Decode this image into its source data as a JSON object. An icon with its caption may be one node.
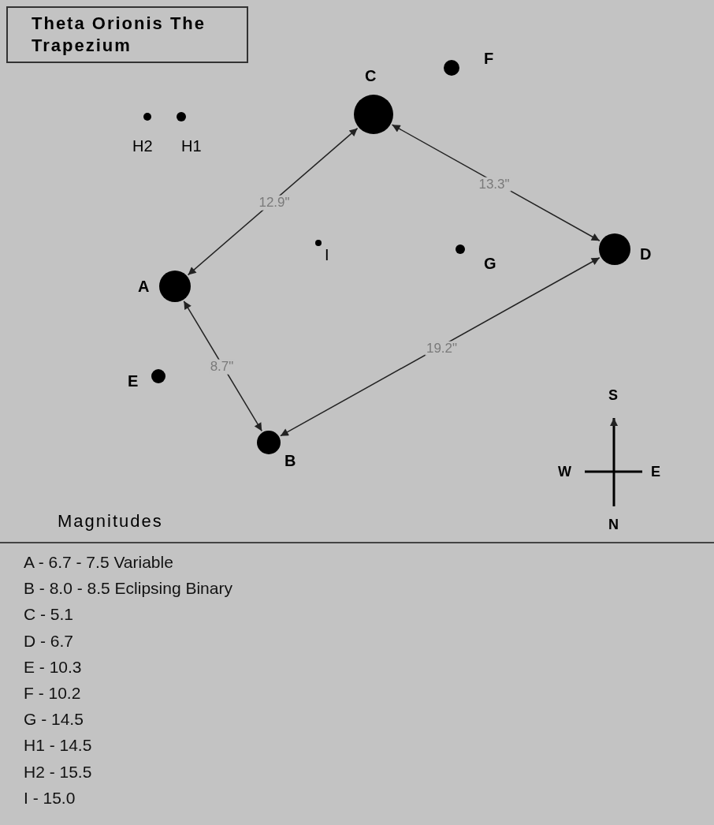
{
  "diagram": {
    "title": "Theta Orionis The Trapezium",
    "nodes": [
      {
        "text": [],
        "shape": "circle",
        "beside": [
          "C"
        ]
      },
      {
        "text": [],
        "shape": "circle",
        "beside": [
          "F"
        ]
      },
      {
        "text": [],
        "shape": "circle",
        "beside": [
          "H2"
        ]
      },
      {
        "text": [],
        "shape": "circle",
        "beside": [
          "H1"
        ]
      },
      {
        "text": [],
        "shape": "circle",
        "beside": [
          "I"
        ]
      },
      {
        "text": [],
        "shape": "circle",
        "beside": [
          "G"
        ]
      },
      {
        "text": [],
        "shape": "circle",
        "beside": [
          "D"
        ]
      },
      {
        "text": [],
        "shape": "circle",
        "beside": [
          "A"
        ]
      },
      {
        "text": [],
        "shape": "circle",
        "beside": [
          "E"
        ]
      },
      {
        "text": [],
        "shape": "circle",
        "beside": [
          "B"
        ]
      }
    ],
    "edges": [
      {
        "from": 0,
        "to": 7,
        "arrow": "both",
        "label": "12.9\""
      },
      {
        "from": 0,
        "to": 6,
        "arrow": "both",
        "label": "13.3\""
      },
      {
        "from": 7,
        "to": 9,
        "arrow": "both",
        "label": "8.7\""
      },
      {
        "from": 9,
        "to": 6,
        "arrow": "both",
        "label": "19.2\""
      }
    ],
    "labels": [
      "S",
      "W",
      "E",
      "Magnitudes",
      "N",
      "A - 6.7 - 7.5 Variable",
      "B - 8.0 - 8.5 Eclipsing Binary",
      "C - 5.1",
      "D - 6.7",
      "E - 10.3",
      "F - 10.2",
      "G - 14.5",
      "H1 - 14.5",
      "H2 - 15.5",
      "I - 15.0"
    ]
  }
}
